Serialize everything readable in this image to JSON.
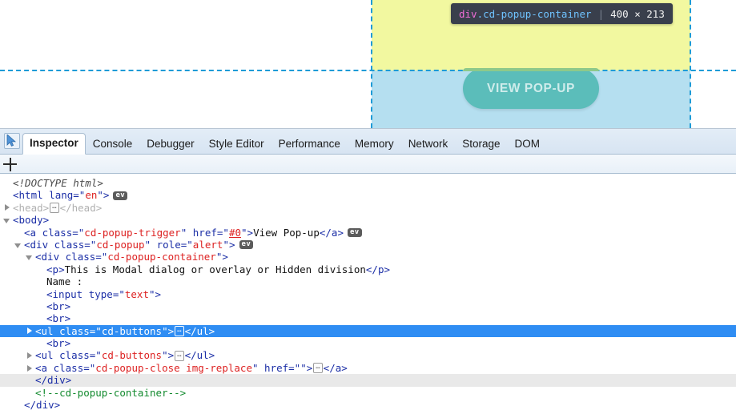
{
  "page": {
    "popup_overlay": {
      "yellow_color": "#f2f8a0",
      "blue_color": "#b5dff0",
      "guide_color": "#1e9bd7"
    },
    "trigger_button": {
      "label": "VIEW POP-UP",
      "bg_color": "#5bbdba",
      "text_color": "#cfeceb"
    },
    "inspect_tooltip": {
      "tag": "div",
      "class_selector": ".cd-popup-container",
      "separator": "|",
      "dimensions": "400 × 213",
      "bg_color": "#393f4c"
    }
  },
  "devtools": {
    "picker_icon": "element-picker-icon",
    "tabs": [
      {
        "label": "Inspector",
        "active": true
      },
      {
        "label": "Console",
        "active": false
      },
      {
        "label": "Debugger",
        "active": false
      },
      {
        "label": "Style Editor",
        "active": false
      },
      {
        "label": "Performance",
        "active": false
      },
      {
        "label": "Memory",
        "active": false
      },
      {
        "label": "Network",
        "active": false
      },
      {
        "label": "Storage",
        "active": false
      },
      {
        "label": "DOM",
        "active": false
      }
    ],
    "subbar": {
      "add_node_label": "+"
    },
    "markup": {
      "rows": [
        {
          "indent": 0,
          "twisty": "none",
          "state": "normal",
          "tokens": [
            {
              "cls": "t-doctype",
              "text": "<!DOCTYPE html>"
            }
          ]
        },
        {
          "indent": 0,
          "twisty": "none",
          "state": "normal",
          "tokens": [
            {
              "cls": "t-punct",
              "text": "<"
            },
            {
              "cls": "t-tag",
              "text": "html"
            },
            {
              "cls": "t-text",
              "text": " "
            },
            {
              "cls": "t-attr",
              "text": "lang"
            },
            {
              "cls": "t-punct",
              "text": "=\""
            },
            {
              "cls": "t-val",
              "text": "en"
            },
            {
              "cls": "t-punct",
              "text": "\">"
            }
          ],
          "badge": "ev"
        },
        {
          "indent": 0,
          "twisty": "collapsed",
          "state": "dim",
          "tokens": [
            {
              "cls": "t-dim",
              "text": "<head>"
            },
            {
              "cls": "ellipsis",
              "text": "…"
            },
            {
              "cls": "t-dim",
              "text": "</head>"
            }
          ]
        },
        {
          "indent": 0,
          "twisty": "expanded",
          "state": "normal",
          "tokens": [
            {
              "cls": "t-punct",
              "text": "<"
            },
            {
              "cls": "t-tag",
              "text": "body"
            },
            {
              "cls": "t-punct",
              "text": ">"
            }
          ]
        },
        {
          "indent": 1,
          "twisty": "none",
          "state": "normal",
          "tokens": [
            {
              "cls": "t-punct",
              "text": "<"
            },
            {
              "cls": "t-tag",
              "text": "a"
            },
            {
              "cls": "t-text",
              "text": " "
            },
            {
              "cls": "t-attr",
              "text": "class"
            },
            {
              "cls": "t-punct",
              "text": "=\""
            },
            {
              "cls": "t-val",
              "text": "cd-popup-trigger"
            },
            {
              "cls": "t-punct",
              "text": "\" "
            },
            {
              "cls": "t-attr",
              "text": "href"
            },
            {
              "cls": "t-punct",
              "text": "=\""
            },
            {
              "cls": "t-link",
              "text": "#0"
            },
            {
              "cls": "t-punct",
              "text": "\">"
            },
            {
              "cls": "t-text",
              "text": "View Pop-up"
            },
            {
              "cls": "t-punct",
              "text": "</a>"
            }
          ],
          "badge": "ev"
        },
        {
          "indent": 1,
          "twisty": "expanded",
          "state": "normal",
          "tokens": [
            {
              "cls": "t-punct",
              "text": "<"
            },
            {
              "cls": "t-tag",
              "text": "div"
            },
            {
              "cls": "t-text",
              "text": " "
            },
            {
              "cls": "t-attr",
              "text": "class"
            },
            {
              "cls": "t-punct",
              "text": "=\""
            },
            {
              "cls": "t-val",
              "text": "cd-popup"
            },
            {
              "cls": "t-punct",
              "text": "\" "
            },
            {
              "cls": "t-attr",
              "text": "role"
            },
            {
              "cls": "t-punct",
              "text": "=\""
            },
            {
              "cls": "t-val",
              "text": "alert"
            },
            {
              "cls": "t-punct",
              "text": "\">"
            }
          ],
          "badge": "ev"
        },
        {
          "indent": 2,
          "twisty": "expanded",
          "state": "normal",
          "tokens": [
            {
              "cls": "t-punct",
              "text": "<"
            },
            {
              "cls": "t-tag",
              "text": "div"
            },
            {
              "cls": "t-text",
              "text": " "
            },
            {
              "cls": "t-attr",
              "text": "class"
            },
            {
              "cls": "t-punct",
              "text": "=\""
            },
            {
              "cls": "t-val",
              "text": "cd-popup-container"
            },
            {
              "cls": "t-punct",
              "text": "\">"
            }
          ]
        },
        {
          "indent": 3,
          "twisty": "none",
          "state": "normal",
          "tokens": [
            {
              "cls": "t-punct",
              "text": "<"
            },
            {
              "cls": "t-tag",
              "text": "p"
            },
            {
              "cls": "t-punct",
              "text": ">"
            },
            {
              "cls": "t-text",
              "text": "This is Modal dialog or overlay or Hidden division"
            },
            {
              "cls": "t-punct",
              "text": "</p>"
            }
          ]
        },
        {
          "indent": 3,
          "twisty": "none",
          "state": "normal",
          "tokens": [
            {
              "cls": "t-text",
              "text": "Name :"
            }
          ]
        },
        {
          "indent": 3,
          "twisty": "none",
          "state": "normal",
          "tokens": [
            {
              "cls": "t-punct",
              "text": "<"
            },
            {
              "cls": "t-tag",
              "text": "input"
            },
            {
              "cls": "t-text",
              "text": " "
            },
            {
              "cls": "t-attr",
              "text": "type"
            },
            {
              "cls": "t-punct",
              "text": "=\""
            },
            {
              "cls": "t-val",
              "text": "text"
            },
            {
              "cls": "t-punct",
              "text": "\">"
            }
          ]
        },
        {
          "indent": 3,
          "twisty": "none",
          "state": "normal",
          "tokens": [
            {
              "cls": "t-punct",
              "text": "<"
            },
            {
              "cls": "t-tag",
              "text": "br"
            },
            {
              "cls": "t-punct",
              "text": ">"
            }
          ]
        },
        {
          "indent": 3,
          "twisty": "none",
          "state": "normal",
          "tokens": [
            {
              "cls": "t-punct",
              "text": "<"
            },
            {
              "cls": "t-tag",
              "text": "br"
            },
            {
              "cls": "t-punct",
              "text": ">"
            }
          ]
        },
        {
          "indent": 2,
          "twisty": "collapsed",
          "state": "selected",
          "tokens": [
            {
              "cls": "t-punct",
              "text": "<"
            },
            {
              "cls": "t-tag",
              "text": "ul"
            },
            {
              "cls": "t-text",
              "text": " "
            },
            {
              "cls": "t-attr",
              "text": "class"
            },
            {
              "cls": "t-punct",
              "text": "=\""
            },
            {
              "cls": "t-val",
              "text": "cd-buttons"
            },
            {
              "cls": "t-punct",
              "text": "\">"
            },
            {
              "cls": "ellipsis",
              "text": "…"
            },
            {
              "cls": "t-punct",
              "text": "</ul>"
            }
          ]
        },
        {
          "indent": 3,
          "twisty": "none",
          "state": "normal",
          "tokens": [
            {
              "cls": "t-punct",
              "text": "<"
            },
            {
              "cls": "t-tag",
              "text": "br"
            },
            {
              "cls": "t-punct",
              "text": ">"
            }
          ]
        },
        {
          "indent": 2,
          "twisty": "collapsed",
          "state": "normal",
          "tokens": [
            {
              "cls": "t-punct",
              "text": "<"
            },
            {
              "cls": "t-tag",
              "text": "ul"
            },
            {
              "cls": "t-text",
              "text": " "
            },
            {
              "cls": "t-attr",
              "text": "class"
            },
            {
              "cls": "t-punct",
              "text": "=\""
            },
            {
              "cls": "t-val",
              "text": "cd-buttons"
            },
            {
              "cls": "t-punct",
              "text": "\">"
            },
            {
              "cls": "ellipsis",
              "text": "…"
            },
            {
              "cls": "t-punct",
              "text": "</ul>"
            }
          ]
        },
        {
          "indent": 2,
          "twisty": "collapsed",
          "state": "normal",
          "tokens": [
            {
              "cls": "t-punct",
              "text": "<"
            },
            {
              "cls": "t-tag",
              "text": "a"
            },
            {
              "cls": "t-text",
              "text": " "
            },
            {
              "cls": "t-attr",
              "text": "class"
            },
            {
              "cls": "t-punct",
              "text": "=\""
            },
            {
              "cls": "t-val",
              "text": "cd-popup-close img-replace"
            },
            {
              "cls": "t-punct",
              "text": "\" "
            },
            {
              "cls": "t-attr",
              "text": "href"
            },
            {
              "cls": "t-punct",
              "text": "=\"\">"
            },
            {
              "cls": "ellipsis",
              "text": "…"
            },
            {
              "cls": "t-punct",
              "text": "</a>"
            }
          ]
        },
        {
          "indent": 2,
          "twisty": "none",
          "state": "parenthl",
          "tokens": [
            {
              "cls": "t-punct",
              "text": "</div>"
            }
          ]
        },
        {
          "indent": 2,
          "twisty": "none",
          "state": "normal",
          "tokens": [
            {
              "cls": "t-comment",
              "text": "<!--cd-popup-container-->"
            }
          ]
        },
        {
          "indent": 1,
          "twisty": "none",
          "state": "normal",
          "tokens": [
            {
              "cls": "t-punct",
              "text": "</div>"
            }
          ]
        }
      ]
    }
  }
}
